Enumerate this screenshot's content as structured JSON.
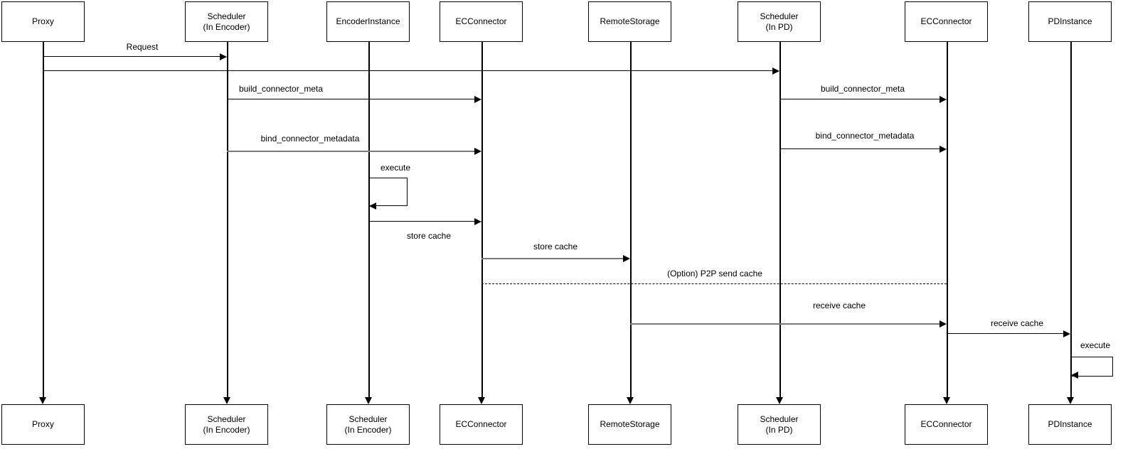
{
  "participants_top": [
    {
      "label": "Proxy"
    },
    {
      "label": "Scheduler\n(In Encoder)"
    },
    {
      "label": "EncoderInstance"
    },
    {
      "label": "ECConnector"
    },
    {
      "label": "RemoteStorage"
    },
    {
      "label": "Scheduler\n(In PD)"
    },
    {
      "label": "ECConnector"
    },
    {
      "label": "PDInstance"
    }
  ],
  "participants_bottom": [
    {
      "label": "Proxy"
    },
    {
      "label": "Scheduler\n(In Encoder)"
    },
    {
      "label": "Scheduler\n(In Encoder)"
    },
    {
      "label": "ECConnector"
    },
    {
      "label": "RemoteStorage"
    },
    {
      "label": "Scheduler\n(In PD)"
    },
    {
      "label": "ECConnector"
    },
    {
      "label": "PDInstance"
    }
  ],
  "messages": [
    {
      "label": "Request",
      "from": "Proxy",
      "to": "Scheduler (In Encoder)",
      "style": "solid-black"
    },
    {
      "label": "",
      "from": "Proxy",
      "to": "Scheduler (In PD)",
      "style": "solid-black"
    },
    {
      "label": "build_connector_meta",
      "from": "Scheduler (In Encoder)",
      "to": "ECConnector",
      "style": "solid-black"
    },
    {
      "label": "build_connector_meta",
      "from": "Scheduler (In PD)",
      "to": "ECConnector",
      "style": "solid-black"
    },
    {
      "label": "bind_connector_metadata",
      "from": "Scheduler (In Encoder)",
      "to": "ECConnector",
      "style": "solid-gray"
    },
    {
      "label": "bind_connector_metadata",
      "from": "Scheduler (In PD)",
      "to": "ECConnector",
      "style": "solid-black"
    },
    {
      "label": "execute",
      "from": "EncoderInstance",
      "to": "EncoderInstance",
      "style": "self-loop"
    },
    {
      "label": "store cache",
      "from": "EncoderInstance",
      "to": "ECConnector",
      "style": "solid-black",
      "label_position": "below"
    },
    {
      "label": "store cache",
      "from": "ECConnector",
      "to": "RemoteStorage",
      "style": "solid-gray"
    },
    {
      "label": "(Option) P2P send cache",
      "from": "ECConnector",
      "to": "ECConnector",
      "style": "dashed"
    },
    {
      "label": "receive cache",
      "from": "RemoteStorage",
      "to": "ECConnector",
      "style": "solid-gray"
    },
    {
      "label": "receive cache",
      "from": "ECConnector",
      "to": "PDInstance",
      "style": "solid-black"
    },
    {
      "label": "execute",
      "from": "PDInstance",
      "to": "PDInstance",
      "style": "self-loop"
    }
  ],
  "colors": {
    "line": "#000000",
    "gray_line": "#7a7a7a",
    "box_border": "#000000",
    "background": "#ffffff",
    "text": "#000000"
  }
}
